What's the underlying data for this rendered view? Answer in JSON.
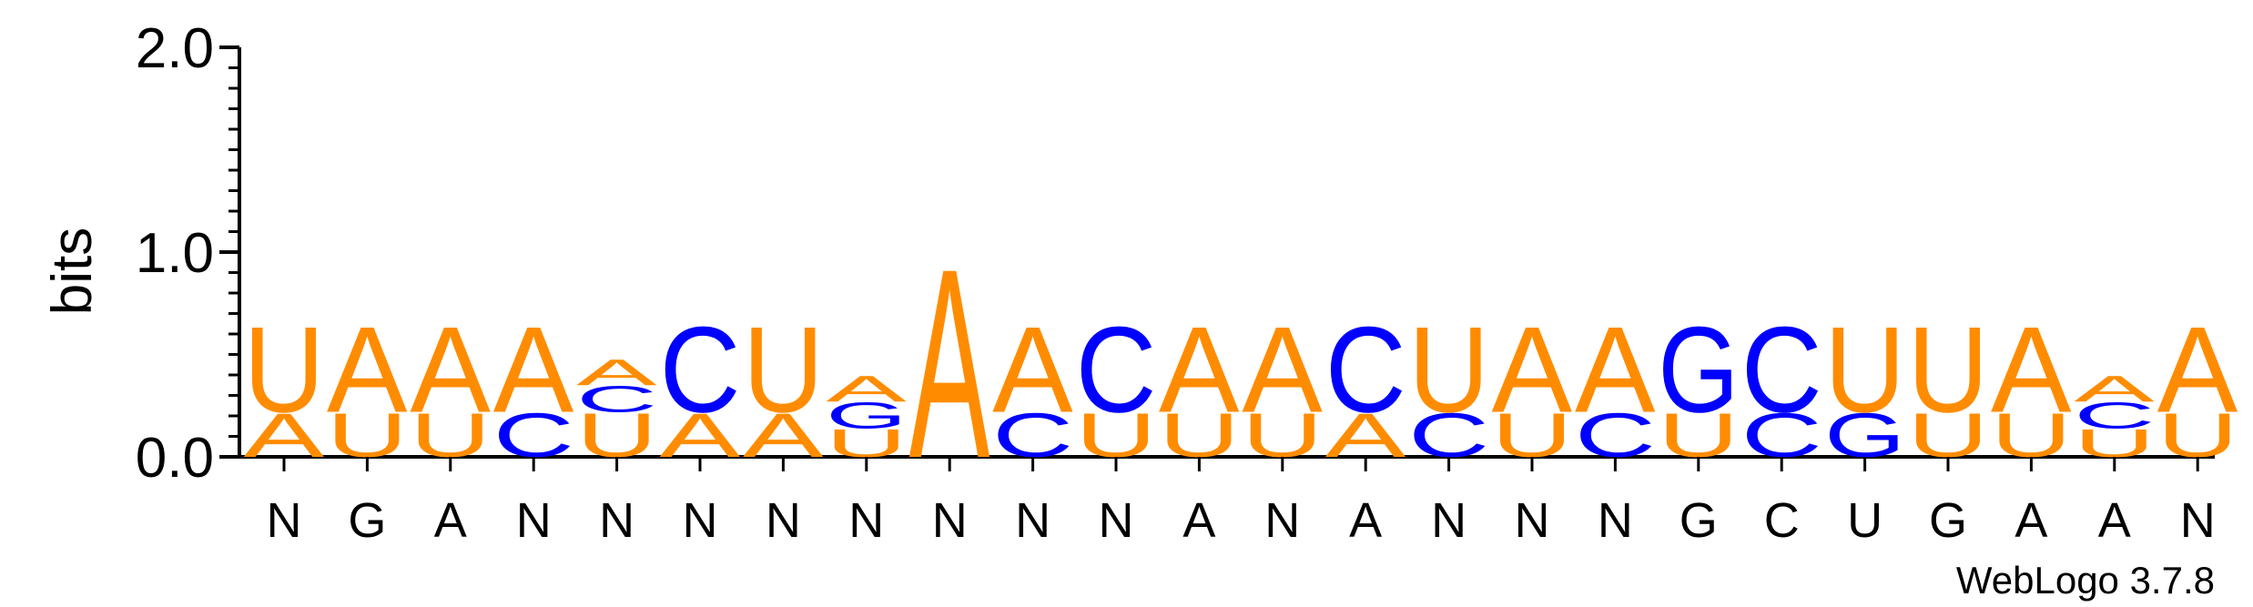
{
  "chart_data": {
    "type": "sequence-logo",
    "ylabel": "bits",
    "ylim": [
      0,
      2.0
    ],
    "yticks": [
      {
        "value": 0,
        "label": "0.0"
      },
      {
        "value": 1,
        "label": "1.0"
      },
      {
        "value": 2,
        "label": "2.0"
      }
    ],
    "xlabels": [
      "N",
      "G",
      "A",
      "N",
      "N",
      "N",
      "N",
      "N",
      "N",
      "N",
      "N",
      "A",
      "N",
      "A",
      "N",
      "N",
      "N",
      "G",
      "C",
      "U",
      "G",
      "A",
      "A",
      "N"
    ],
    "credit": "WebLogo 3.7.8",
    "colors": {
      "A": "#ff8c00",
      "U": "#ff8c00",
      "C": "#0000ff",
      "G": "#0000ff"
    },
    "stacks": [
      [
        {
          "letter": "A",
          "bits": 0.22
        },
        {
          "letter": "U",
          "bits": 0.43
        }
      ],
      [
        {
          "letter": "U",
          "bits": 0.22
        },
        {
          "letter": "A",
          "bits": 0.43
        }
      ],
      [
        {
          "letter": "U",
          "bits": 0.22
        },
        {
          "letter": "A",
          "bits": 0.43
        }
      ],
      [
        {
          "letter": "C",
          "bits": 0.22
        },
        {
          "letter": "A",
          "bits": 0.43
        }
      ],
      [
        {
          "letter": "U",
          "bits": 0.22
        },
        {
          "letter": "C",
          "bits": 0.13
        },
        {
          "letter": "A",
          "bits": 0.13
        }
      ],
      [
        {
          "letter": "A",
          "bits": 0.22
        },
        {
          "letter": "C",
          "bits": 0.43
        }
      ],
      [
        {
          "letter": "A",
          "bits": 0.22
        },
        {
          "letter": "U",
          "bits": 0.43
        }
      ],
      [
        {
          "letter": "U",
          "bits": 0.14
        },
        {
          "letter": "G",
          "bits": 0.13
        },
        {
          "letter": "A",
          "bits": 0.13
        }
      ],
      [
        {
          "letter": "A",
          "bits": 0.95
        }
      ],
      [
        {
          "letter": "C",
          "bits": 0.22
        },
        {
          "letter": "A",
          "bits": 0.43
        }
      ],
      [
        {
          "letter": "U",
          "bits": 0.22
        },
        {
          "letter": "C",
          "bits": 0.43
        }
      ],
      [
        {
          "letter": "U",
          "bits": 0.22
        },
        {
          "letter": "A",
          "bits": 0.43
        }
      ],
      [
        {
          "letter": "U",
          "bits": 0.22
        },
        {
          "letter": "A",
          "bits": 0.43
        }
      ],
      [
        {
          "letter": "A",
          "bits": 0.22
        },
        {
          "letter": "C",
          "bits": 0.43
        }
      ],
      [
        {
          "letter": "C",
          "bits": 0.22
        },
        {
          "letter": "U",
          "bits": 0.43
        }
      ],
      [
        {
          "letter": "U",
          "bits": 0.22
        },
        {
          "letter": "A",
          "bits": 0.43
        }
      ],
      [
        {
          "letter": "C",
          "bits": 0.22
        },
        {
          "letter": "A",
          "bits": 0.43
        }
      ],
      [
        {
          "letter": "U",
          "bits": 0.22
        },
        {
          "letter": "G",
          "bits": 0.43
        }
      ],
      [
        {
          "letter": "C",
          "bits": 0.22
        },
        {
          "letter": "C",
          "bits": 0.43
        }
      ],
      [
        {
          "letter": "G",
          "bits": 0.22
        },
        {
          "letter": "U",
          "bits": 0.43
        }
      ],
      [
        {
          "letter": "U",
          "bits": 0.22
        },
        {
          "letter": "U",
          "bits": 0.43
        }
      ],
      [
        {
          "letter": "U",
          "bits": 0.22
        },
        {
          "letter": "A",
          "bits": 0.43
        }
      ],
      [
        {
          "letter": "U",
          "bits": 0.14
        },
        {
          "letter": "C",
          "bits": 0.13
        },
        {
          "letter": "A",
          "bits": 0.13
        }
      ],
      [
        {
          "letter": "U",
          "bits": 0.22
        },
        {
          "letter": "A",
          "bits": 0.43
        }
      ]
    ]
  }
}
